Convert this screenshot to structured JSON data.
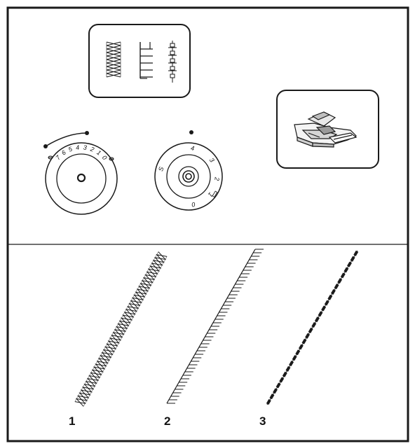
{
  "stitch_labels": [
    "1",
    "2",
    "3"
  ],
  "stitch_length_dial": {
    "numbers": [
      "7",
      "6",
      "5",
      "4",
      "3",
      "2",
      "1",
      "0"
    ]
  },
  "stitch_width_dial": {
    "numbers": [
      "4",
      "3",
      "2",
      "1",
      "0",
      "S"
    ]
  },
  "pattern_panel": {
    "icons": [
      "triple-zigzag-icon",
      "blind-hem-icon",
      "triple-straight-icon"
    ]
  },
  "presser_foot": {
    "icon": "zigzag-presser-foot-icon"
  }
}
